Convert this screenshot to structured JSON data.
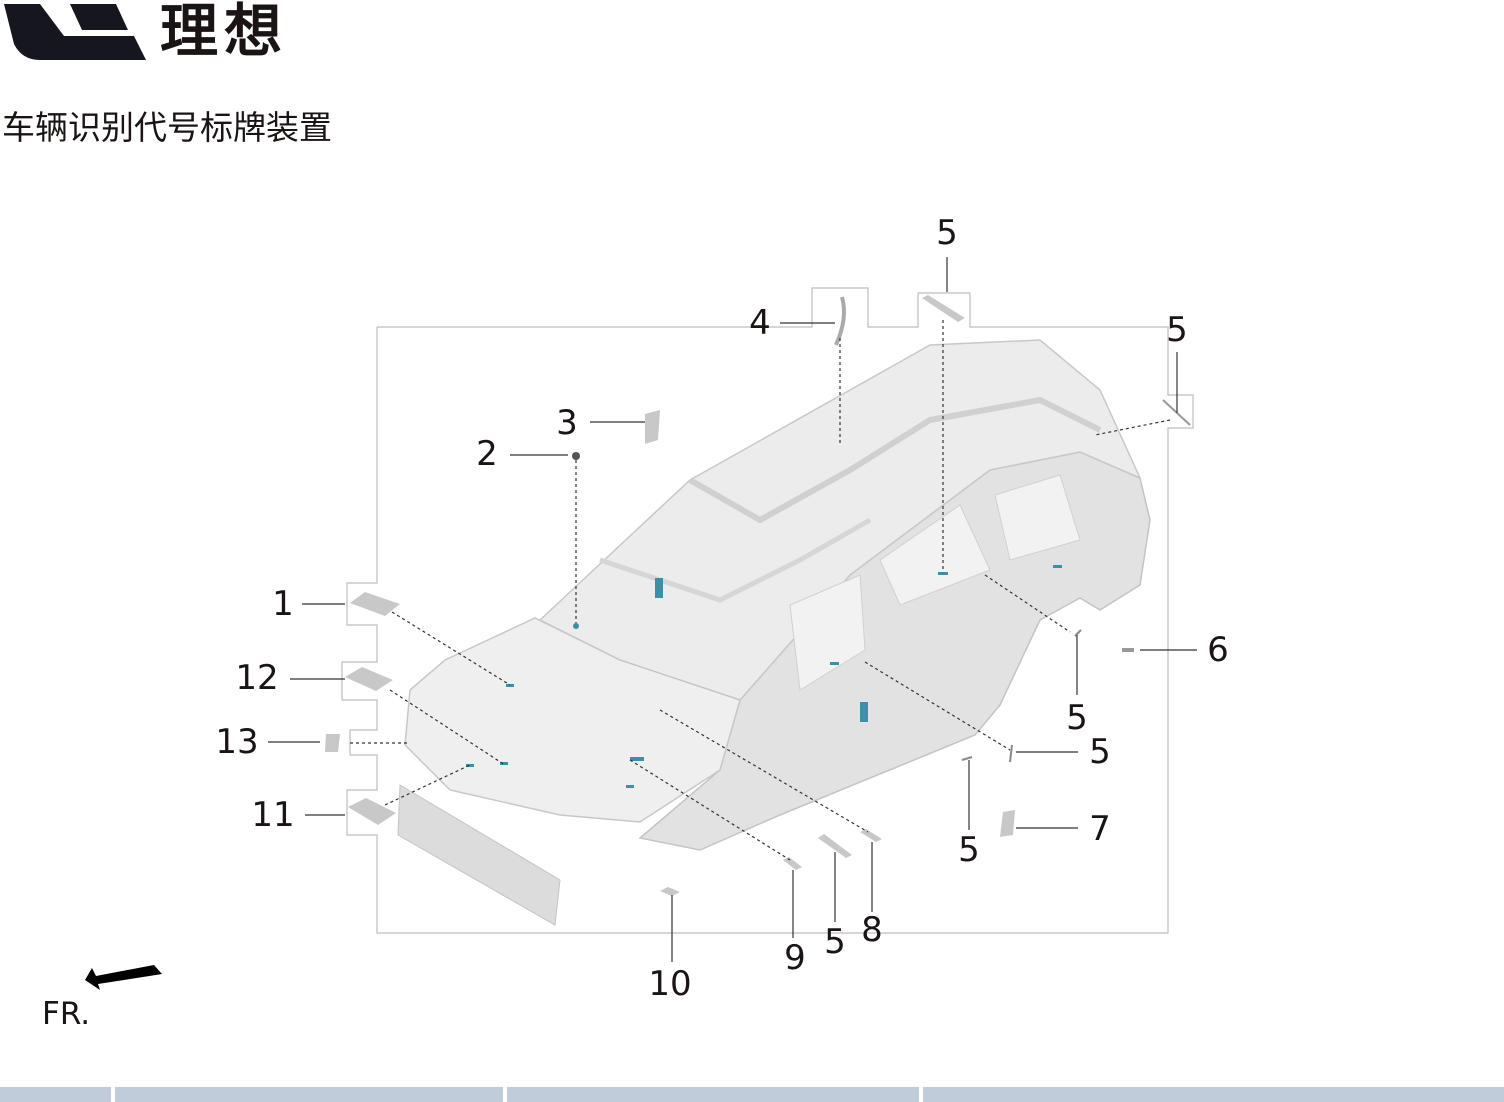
{
  "header": {
    "brand_name": "理想",
    "page_title": "车辆识别代号标牌装置"
  },
  "diagram": {
    "direction_label": "FR.",
    "callouts": [
      {
        "id": "c1",
        "label": "1"
      },
      {
        "id": "c2",
        "label": "2"
      },
      {
        "id": "c3",
        "label": "3"
      },
      {
        "id": "c4",
        "label": "4"
      },
      {
        "id": "c5a",
        "label": "5"
      },
      {
        "id": "c5b",
        "label": "5"
      },
      {
        "id": "c6",
        "label": "6"
      },
      {
        "id": "c5c",
        "label": "5"
      },
      {
        "id": "c5d",
        "label": "5"
      },
      {
        "id": "c7",
        "label": "7"
      },
      {
        "id": "c5e",
        "label": "5"
      },
      {
        "id": "c8",
        "label": "8"
      },
      {
        "id": "c5f",
        "label": "5"
      },
      {
        "id": "c9",
        "label": "9"
      },
      {
        "id": "c10",
        "label": "10"
      },
      {
        "id": "c11",
        "label": "11"
      },
      {
        "id": "c12",
        "label": "12"
      },
      {
        "id": "c13",
        "label": "13"
      }
    ],
    "colors": {
      "part": "#c8c8c8",
      "label_marker": "#3d8fa8",
      "body": "#e6e6e6",
      "frame": "#bdbdbd"
    }
  },
  "table": {
    "header_color": "#c0ccda"
  }
}
